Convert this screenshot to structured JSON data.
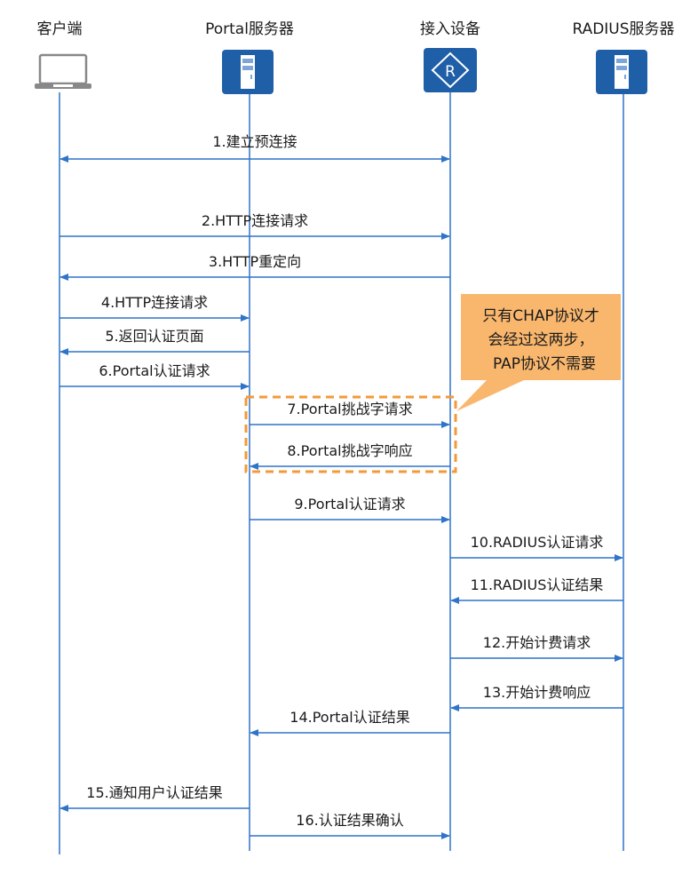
{
  "participants": [
    {
      "name": "客户端",
      "icon": "laptop-icon"
    },
    {
      "name": "Portal服务器",
      "icon": "server-icon"
    },
    {
      "name": "接入设备",
      "icon": "router-icon"
    },
    {
      "name": "RADIUS服务器",
      "icon": "server-icon"
    }
  ],
  "messages": [
    {
      "label": "1.建立预连接",
      "from": 0,
      "to": 2,
      "bidirectional": true
    },
    {
      "label": "2.HTTP连接请求",
      "from": 0,
      "to": 2
    },
    {
      "label": "3.HTTP重定向",
      "from": 2,
      "to": 0
    },
    {
      "label": "4.HTTP连接请求",
      "from": 0,
      "to": 1
    },
    {
      "label": "5.返回认证页面",
      "from": 1,
      "to": 0
    },
    {
      "label": "6.Portal认证请求",
      "from": 0,
      "to": 1
    },
    {
      "label": "7.Portal挑战字请求",
      "from": 1,
      "to": 2
    },
    {
      "label": "8.Portal挑战字响应",
      "from": 2,
      "to": 1
    },
    {
      "label": "9.Portal认证请求",
      "from": 1,
      "to": 2
    },
    {
      "label": "10.RADIUS认证请求",
      "from": 2,
      "to": 3
    },
    {
      "label": "11.RADIUS认证结果",
      "from": 3,
      "to": 2
    },
    {
      "label": "12.开始计费请求",
      "from": 2,
      "to": 3
    },
    {
      "label": "13.开始计费响应",
      "from": 3,
      "to": 2
    },
    {
      "label": "14.Portal认证结果",
      "from": 2,
      "to": 1
    },
    {
      "label": "15.通知用户认证结果",
      "from": 1,
      "to": 0
    },
    {
      "label": "16.认证结果确认",
      "from": 1,
      "to": 2
    }
  ],
  "callout": {
    "lines": [
      "只有CHAP协议才",
      "会经过这两步，",
      "PAP协议不需要"
    ]
  },
  "colors": {
    "line": "#2f74c8",
    "icon": "#1f5fa8",
    "callout": "#f9b76e",
    "dash": "#f39a38"
  }
}
